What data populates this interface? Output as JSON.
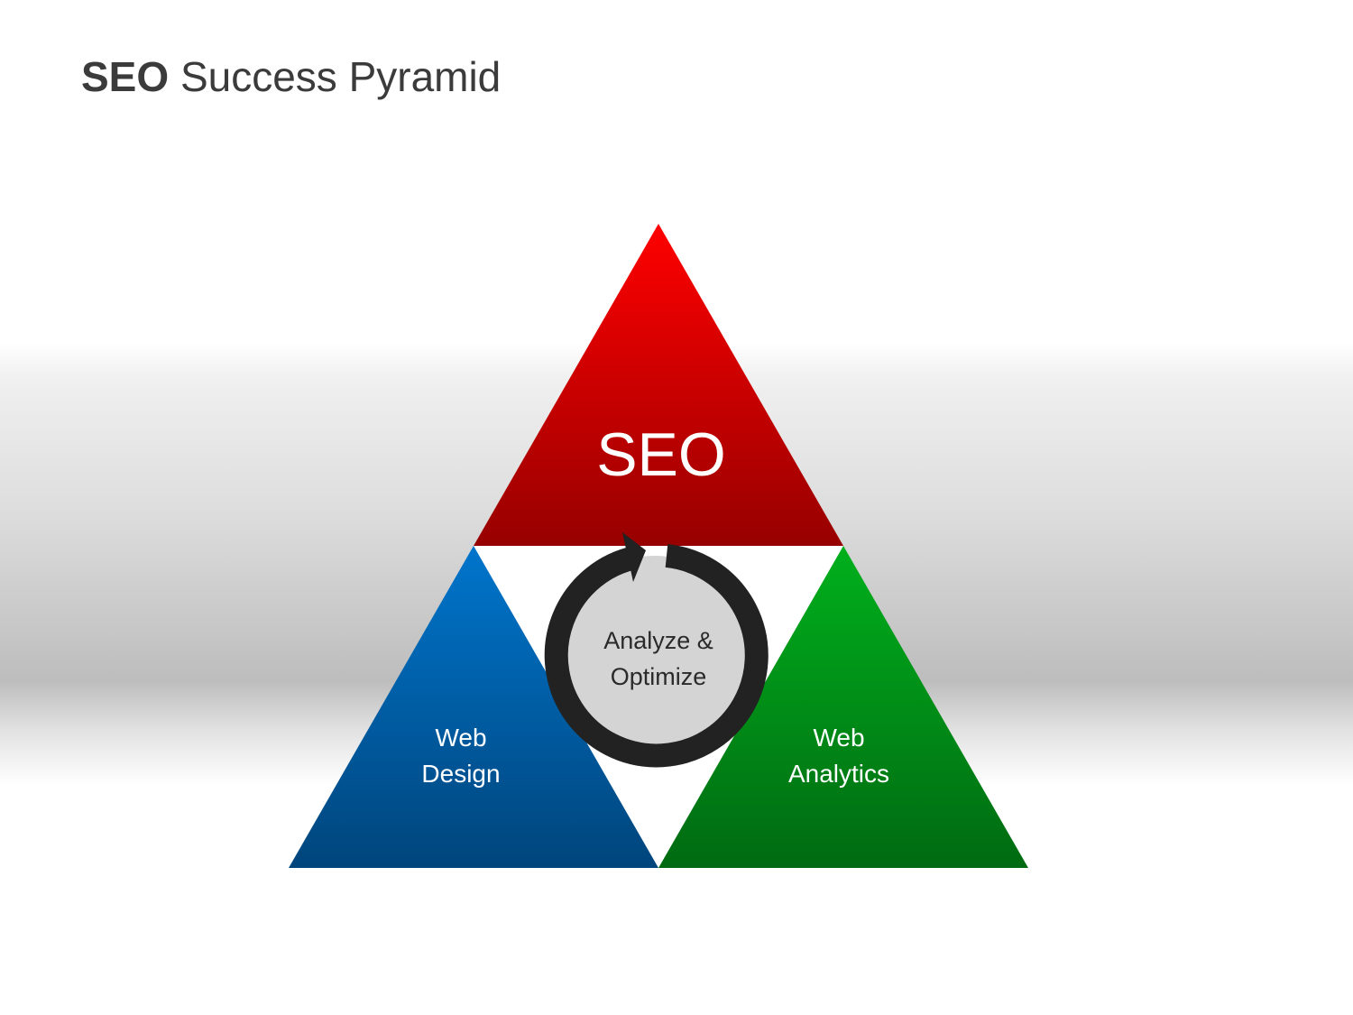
{
  "title": {
    "bold": "SEO",
    "regular": "Success Pyramid"
  },
  "diagram": {
    "top": {
      "label": "SEO",
      "color": "#d90000"
    },
    "left": {
      "line1": "Web",
      "line2": "Design",
      "color": "#0060a8"
    },
    "right": {
      "line1": "Web",
      "line2": "Analytics",
      "color": "#00a020"
    },
    "center": {
      "line1": "Analyze &",
      "line2": "Optimize",
      "ring_color": "#222222"
    }
  }
}
